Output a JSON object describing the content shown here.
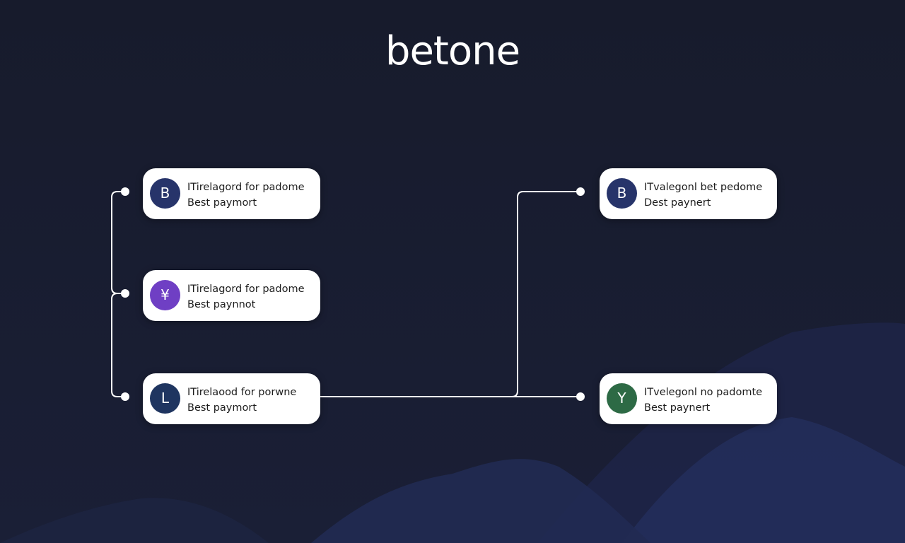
{
  "brand": {
    "title": "betone"
  },
  "colors": {
    "background": "#181c2e",
    "card": "#ffffff",
    "connector": "#ffffff",
    "avatar_navy": "#27346a",
    "avatar_purple": "#6f3fc4",
    "avatar_dark_blue": "#1f3560",
    "avatar_green": "#2d6a45"
  },
  "nodes": [
    {
      "id": "left-1",
      "avatar_letter": "B",
      "avatar_color": "#27346a",
      "title": "ITirelagord for padome",
      "subtitle": "Best paymort"
    },
    {
      "id": "left-2",
      "avatar_letter": "¥",
      "avatar_color": "#6f3fc4",
      "title": "ITirelagord for padome",
      "subtitle": "Best paynnot"
    },
    {
      "id": "left-3",
      "avatar_letter": "L",
      "avatar_color": "#1f3560",
      "title": "ITirelaood for porwne",
      "subtitle": "Best paymort"
    },
    {
      "id": "right-1",
      "avatar_letter": "B",
      "avatar_color": "#27346a",
      "title": "ITvalegonl bet pedome",
      "subtitle": "Dest paynert"
    },
    {
      "id": "right-2",
      "avatar_letter": "Y",
      "avatar_color": "#2d6a45",
      "title": "ITvelegonl no padomte",
      "subtitle": "Best paynert"
    }
  ],
  "edges": [
    {
      "from": "left-1",
      "to": "left-2"
    },
    {
      "from": "left-2",
      "to": "left-3"
    },
    {
      "from": "left-3",
      "to": "right-1"
    },
    {
      "from": "left-3",
      "to": "right-2"
    }
  ]
}
